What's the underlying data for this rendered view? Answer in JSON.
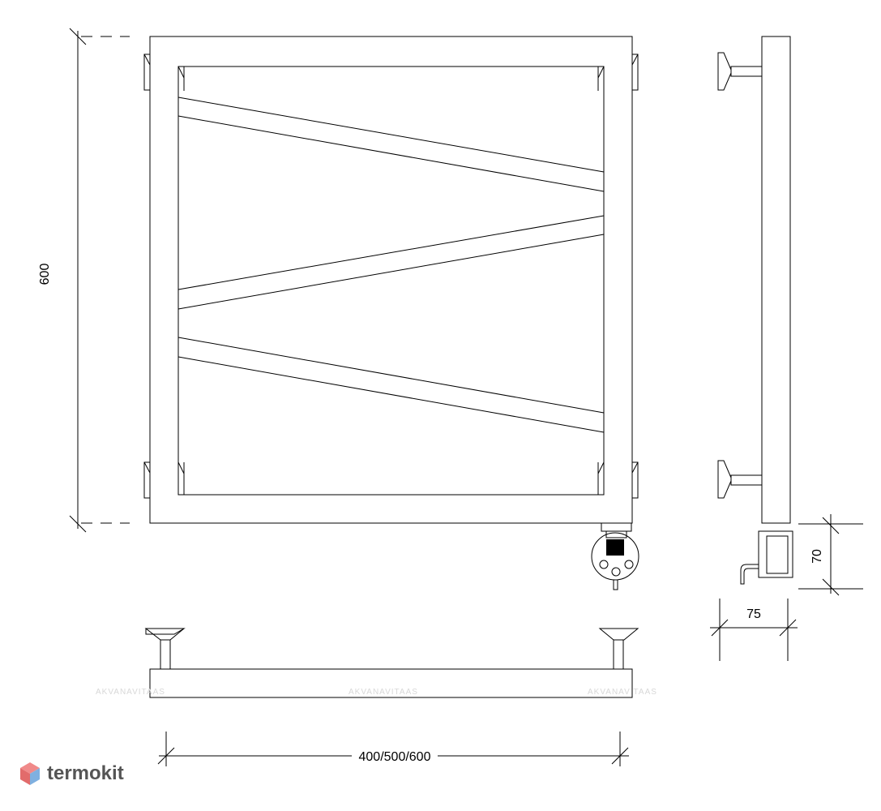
{
  "dimensions": {
    "height": "600",
    "width": "400/500/600",
    "depth": "75",
    "box_height": "70"
  },
  "watermarks": [
    "AKVANAVITAAS",
    "AKVANAVITAAS",
    "AKVANAVITAAS"
  ],
  "brand": {
    "name": "termokit",
    "colors": {
      "top": "#f08a8a",
      "bottom": "#7fb0e0"
    }
  }
}
